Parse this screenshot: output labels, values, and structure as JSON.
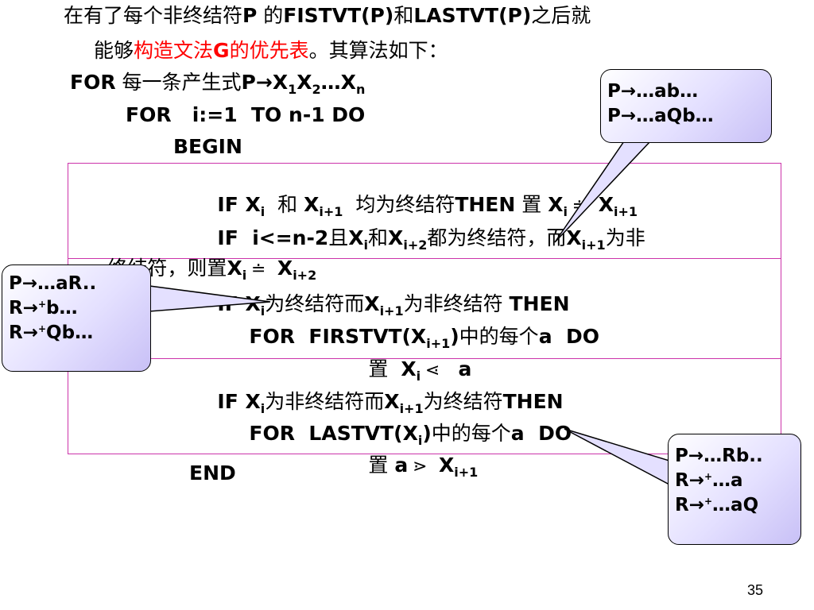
{
  "intro": {
    "line1": {
      "a": "在有了每个非终结符",
      "b": "P",
      "c": " 的",
      "d": "FISTVT(P)",
      "e": "和",
      "f": "LASTVT(P)",
      "g": "之后就"
    },
    "line2": {
      "a": "能够",
      "b": "构造文法",
      "c": "G",
      "d": "的优先表",
      "e": "。其算法如下："
    }
  },
  "algo": {
    "for_outer": {
      "kw": "FOR",
      "cn": " 每一条产生式",
      "p": "P",
      "arrow": "→",
      "x1": "X",
      "s1": "1",
      "x2": "X",
      "s2": "2",
      "dots": "…",
      "xn": "X",
      "sn": "n"
    },
    "for_inner": "FOR   i:=1  TO n-1 DO",
    "begin": "BEGIN",
    "if1": {
      "a": "IF X",
      "ai": "i",
      "b": "  和 ",
      "c": "X",
      "ci": "i+1",
      "d": "  均为终结符",
      "e": "THEN",
      "f": " 置 ",
      "g": "X",
      "gi": "i",
      "sym": "≐",
      "h": " X",
      "hi": "i+1"
    },
    "if2": {
      "a": "IF  i<=n-2",
      "b": "且",
      "c": "X",
      "ci": "i",
      "d": "和",
      "e": "X",
      "ei": "i+2",
      "f": "都为终结符，而",
      "g": "X",
      "gi": "i+1",
      "h": "为非"
    },
    "if2b": {
      "a": "终结符，则置",
      "b": "X",
      "bi": "i",
      "sym": "≐",
      "c": " X",
      "ci": "i+2"
    },
    "if3": {
      "a": "IF X",
      "ai": "i",
      "b": "为终结符而",
      "c": "X",
      "ci": "i+1",
      "d": "为非终结符 ",
      "e": "THEN"
    },
    "if3for": {
      "a": "FOR  FIRSTVT(X",
      "ai": "i+1",
      "b": ")",
      "c": "中的每个",
      "d": "a  DO"
    },
    "if3set": {
      "a": "置  ",
      "b": "X",
      "bi": "i",
      "sym": "⋖",
      "c": "  a"
    },
    "if4": {
      "a": "IF X",
      "ai": "i",
      "b": "为非终结符而",
      "c": "X",
      "ci": "i+1",
      "d": "为终结符",
      "e": "THEN"
    },
    "if4for": {
      "a": "FOR  LASTVT(X",
      "ai": "i",
      "b": ")",
      "c": "中的每个",
      "d": "a  DO"
    },
    "if4set": {
      "a": "置 ",
      "b": "a",
      "sym": "⋗",
      "c": " X",
      "ci": "i+1"
    },
    "end": "END"
  },
  "callouts": {
    "top_right": [
      "P→…ab…",
      "P→…aQb…"
    ],
    "left": {
      "l1": "P→…aR..",
      "l2a": "R→",
      "l2sup": "+",
      "l2b": "b…",
      "l3a": "R→",
      "l3sup": "+",
      "l3b": "Qb…"
    },
    "bottom_right": {
      "l1": "P→…Rb..",
      "l2a": "R→",
      "l2sup": "+",
      "l2b": "…a",
      "l3a": "R→",
      "l3sup": "+",
      "l3b": "…aQ"
    }
  },
  "page_number": "35",
  "colors": {
    "accent_red": "#ff0000",
    "box_border": "#cc33aa",
    "callout_fill": "#d8d2fb"
  }
}
